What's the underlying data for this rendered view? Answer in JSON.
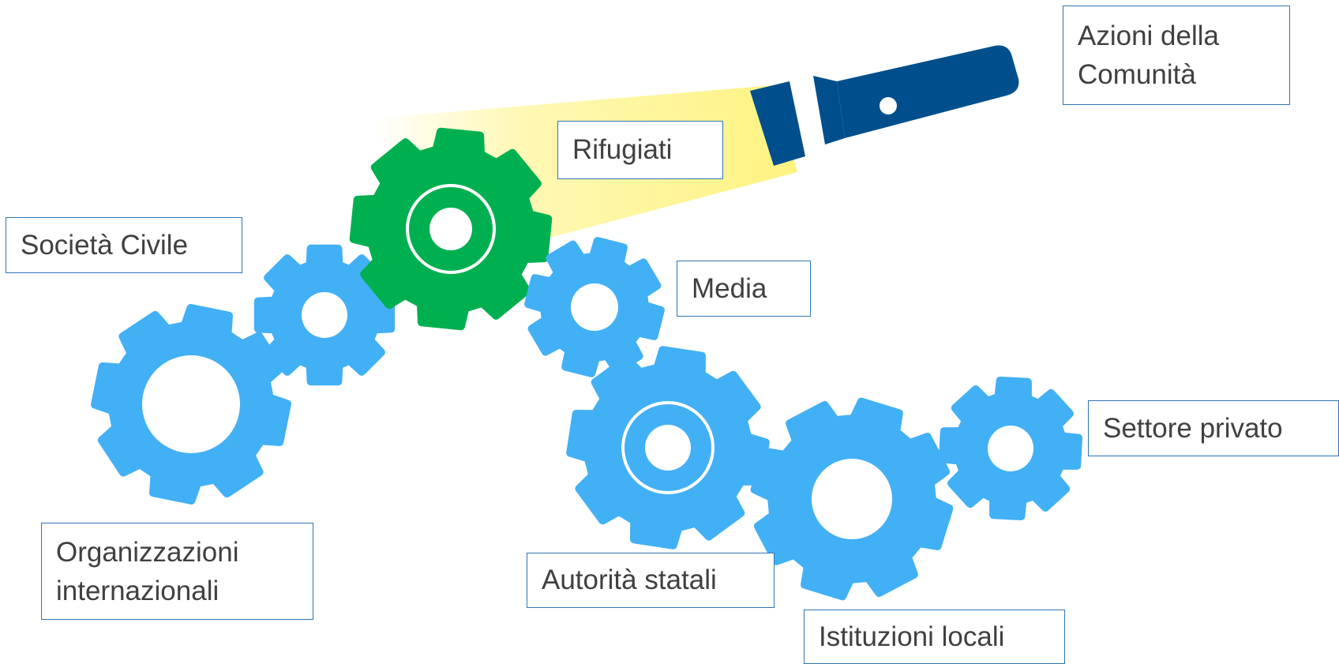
{
  "labels": {
    "azioni": "Azioni della Comunità",
    "rifugiati": "Rifugiati",
    "societa": "Società Civile",
    "media": "Media",
    "organizzazioni": "Organizzazioni internazionali",
    "autorita": "Autorità statali",
    "settore": "Settore privato",
    "istituzioni": "Istituzioni locali"
  },
  "colors": {
    "gear_blue": "#42b0f5",
    "gear_green": "#00b050",
    "flashlight": "#004f8c",
    "beam": "#fff27a",
    "box_border": "#2e75b6",
    "text": "#404040"
  },
  "icons": [
    "gear-icon",
    "flashlight-icon",
    "light-beam"
  ]
}
